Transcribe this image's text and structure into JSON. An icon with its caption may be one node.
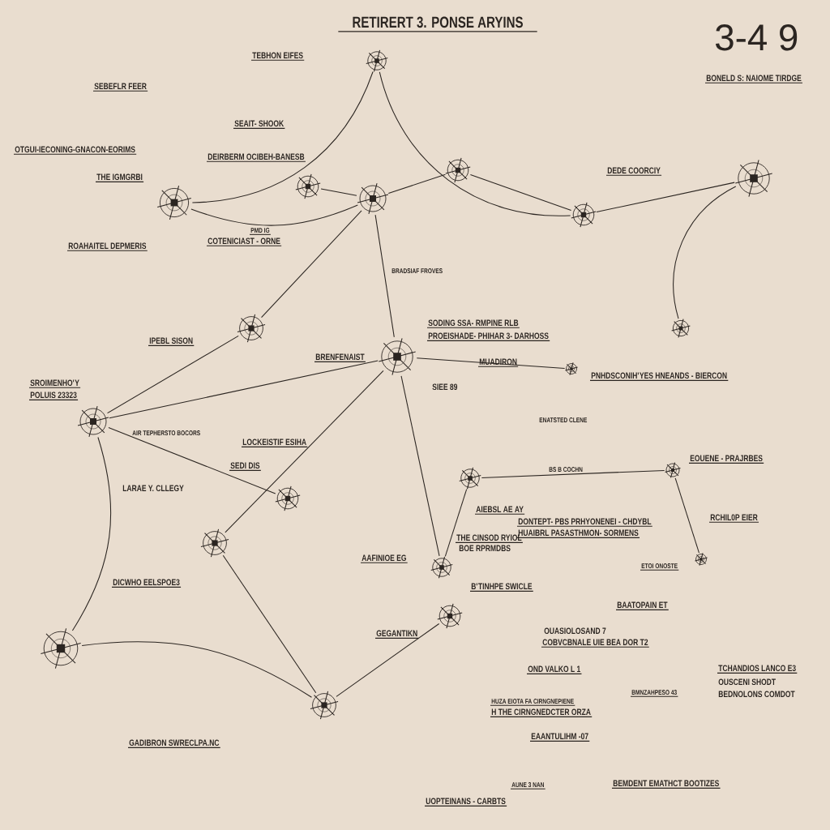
{
  "diagram": {
    "title": "RETIRERT 3. PONSE ARYINS",
    "nodes": [
      {
        "text": [],
        "shape": "picture"
      },
      {
        "text": [],
        "shape": "picture"
      },
      {
        "text": [],
        "shape": "picture"
      },
      {
        "text": [],
        "shape": "picture"
      },
      {
        "text": [],
        "shape": "picture"
      },
      {
        "text": [],
        "shape": "picture"
      },
      {
        "text": [],
        "shape": "picture"
      },
      {
        "text": [],
        "shape": "picture"
      },
      {
        "text": [],
        "shape": "picture"
      },
      {
        "text": [],
        "shape": "picture"
      },
      {
        "text": [],
        "shape": "picture"
      },
      {
        "text": [],
        "shape": "picture"
      },
      {
        "text": [],
        "shape": "picture"
      },
      {
        "text": [],
        "shape": "picture"
      },
      {
        "text": [],
        "shape": "picture"
      },
      {
        "text": [],
        "shape": "picture"
      },
      {
        "text": [],
        "shape": "picture"
      },
      {
        "text": [],
        "shape": "picture"
      },
      {
        "text": [],
        "shape": "picture"
      },
      {
        "text": [],
        "shape": "picture"
      },
      {
        "text": [],
        "shape": "picture"
      }
    ],
    "edges": [
      {
        "from": 0,
        "to": 1,
        "arrow": "none"
      },
      {
        "from": 1,
        "to": 5,
        "arrow": "none"
      },
      {
        "from": 0,
        "to": 3,
        "arrow": "none"
      },
      {
        "from": 2,
        "to": 3,
        "arrow": "none"
      },
      {
        "from": 3,
        "to": 4,
        "arrow": "none"
      },
      {
        "from": 4,
        "to": 5,
        "arrow": "none"
      },
      {
        "from": 5,
        "to": 6,
        "arrow": "none"
      },
      {
        "from": 6,
        "to": 19,
        "arrow": "none"
      },
      {
        "from": 3,
        "to": 8,
        "arrow": "none"
      },
      {
        "from": 9,
        "to": 7,
        "arrow": "none"
      },
      {
        "from": 7,
        "to": 3,
        "arrow": "none"
      },
      {
        "from": 9,
        "to": 8,
        "arrow": "none"
      },
      {
        "from": 9,
        "to": 12,
        "arrow": "none"
      },
      {
        "from": 9,
        "to": 10,
        "arrow": "none"
      },
      {
        "from": 8,
        "to": 11,
        "arrow": "none"
      },
      {
        "from": 11,
        "to": 16,
        "arrow": "none"
      },
      {
        "from": 12,
        "to": 16,
        "arrow": "none"
      },
      {
        "from": 8,
        "to": 14,
        "arrow": "none"
      },
      {
        "from": 13,
        "to": 17,
        "arrow": "none"
      },
      {
        "from": 8,
        "to": 18,
        "arrow": "none"
      },
      {
        "from": 17,
        "to": 20,
        "arrow": "none"
      },
      {
        "from": 14,
        "to": 13,
        "arrow": "none"
      },
      {
        "from": 15,
        "to": 16,
        "arrow": "none"
      }
    ],
    "labels": [
      "3-4 9",
      "SEBEFLR FEER",
      "OTGUI-IECONING-GNACON-EORIMS",
      "THE IGMGRBI",
      "ROAHAITEL DEPMERIS",
      "TEBHON EIFES",
      "SEAIT- SHOOK",
      "DEIRBERM OCIBEH-BANESB",
      "PMD IG",
      "COTENICIAST - ORNE",
      "BRADSIAF FROVES",
      "DEDE COORCIY",
      "BONELD S: NAIOME TIRDGE",
      "IPEBL SISON",
      "SROIMENHO'Y",
      "POLUIS 23323",
      "BRENFENAIST",
      "SODING SSA- RMPINE RLB",
      "PROEISHADE- PHIHAR 3- DARHOSS",
      "MUADIRON",
      "PNHDSCONIH'YES HNEANDS - BIERCON",
      "SIEE 89",
      "AIR TEPHERSTO BOCORS",
      "LOCKEISTIF ESIHA",
      "LARAE Y. CLLEGY",
      "SEDI DIS",
      "ENATSTED CLENE",
      "BS B COCHN",
      "EOUENE - PRAJRBES",
      "AIEBSL AE AY",
      "DONTEPT- PBS PRHYONENEI - CHDYBL",
      "HUAIBRL PASASTHMON- SORMENS",
      "RCHIL0P EIER",
      "THE CINSOD RYIOL",
      "BOE RPRMDBS",
      "AAFINIOE EG",
      "DICWHO EELSPOE3",
      "ETOI ONOSTE",
      "BAATOPAIN ET",
      "B'TINHPE SWICLE",
      "GEGANTIKN",
      "OUASIOLOSAND 7",
      "COBVCBNALE UIE BEA DOR T2",
      "OND VALKO L 1",
      "TCHANDIOS LANCO E3",
      "OUSCENI SHODT",
      "BEDNOLONS COMDOT",
      "HUZA EIOTA FA CIRNGNEPIENE",
      "H THE CIRNGNEDCTER ORZA",
      "BMNZAHPESO 43",
      "EAANTULIHM -07",
      "GADIBRON SWRECLPA.NC",
      "AUNE 3 NAN",
      "BEMDENT EMATHCT BOOTIZES",
      "UOPTEINANS - CARBTS"
    ]
  }
}
